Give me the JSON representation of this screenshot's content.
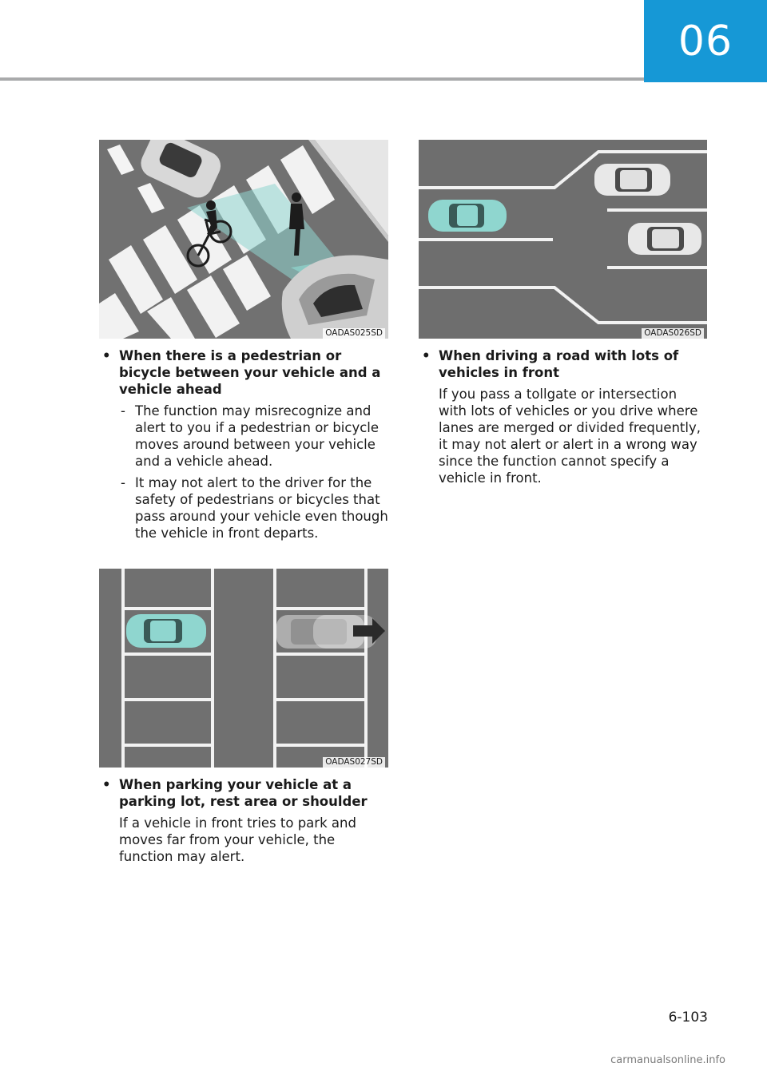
{
  "header": {
    "chapter": "06"
  },
  "figures": {
    "fig1": {
      "code": "OADAS025SD"
    },
    "fig2": {
      "code": "OADAS026SD"
    },
    "fig3": {
      "code": "OADAS027SD"
    }
  },
  "sections": {
    "pedestrian": {
      "title": "When there is a pedestrian or bicycle between your vehicle and a vehicle ahead",
      "items": [
        "The function may misrecognize and alert to you if a pedestrian or bicycle moves around between your vehicle and a vehicle ahead.",
        "It may not alert to the driver for the safety of pedestrians or bicycles that pass around your vehicle even though the vehicle in front departs."
      ]
    },
    "traffic": {
      "title": "When driving a road with lots of vehicles in front",
      "body": "If you pass a tollgate or intersection with lots of vehicles or you drive where lanes are merged or divided frequently, it may not alert or alert in a wrong way since the function cannot specify a vehicle in front."
    },
    "parking": {
      "title": "When parking your vehicle at a parking lot, rest area or shoulder",
      "body": "If a vehicle in front tries to park and moves far from your vehicle, the function may alert."
    }
  },
  "footer": {
    "page_number": "6-103",
    "watermark": "carmanualsonline.info"
  },
  "colors": {
    "accent": "#1698d6",
    "sensor_highlight": "#8fd6cf",
    "road": "#6c6c6c"
  }
}
